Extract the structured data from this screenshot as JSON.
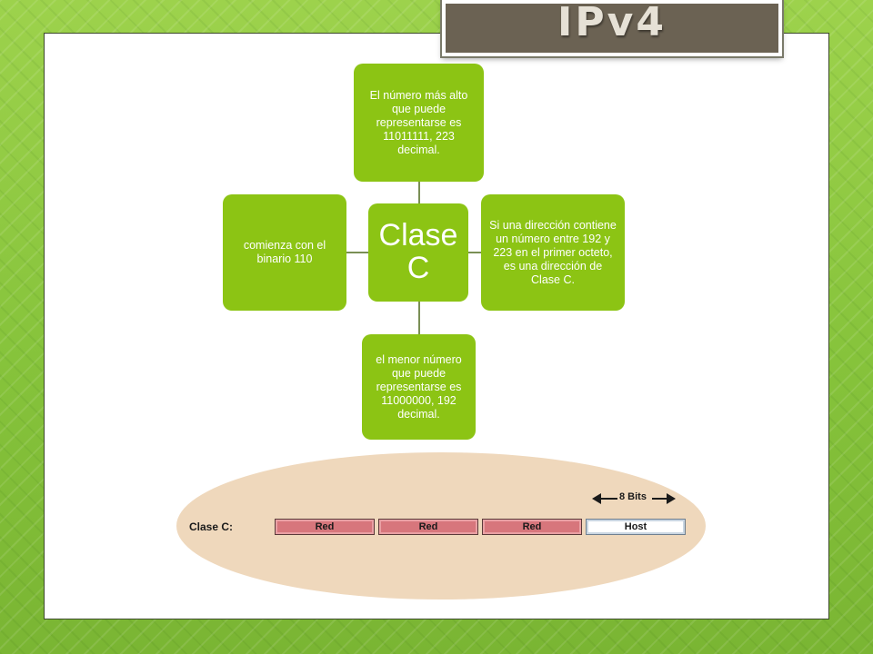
{
  "slide": {
    "title": "IPv4"
  },
  "diagram": {
    "center": "Clase C",
    "top": "El número más alto que puede representarse es 11011111, 223 decimal.",
    "right": "Si una dirección contiene un número entre 192 y 223 en el primer octeto, es una dirección de Clase C.",
    "bottom": "el menor número que puede representarse es 11000000, 192 decimal.",
    "left": "comienza con el binario 110"
  },
  "figure": {
    "class_label": "Clase C:",
    "bits_label": "8 Bits",
    "octets": [
      "Red",
      "Red",
      "Red",
      "Host"
    ]
  },
  "colors": {
    "node_fill": "#8cc414",
    "network_octet": "#d7767c",
    "host_octet": "#ffffff",
    "title_box": "#6b6253"
  }
}
